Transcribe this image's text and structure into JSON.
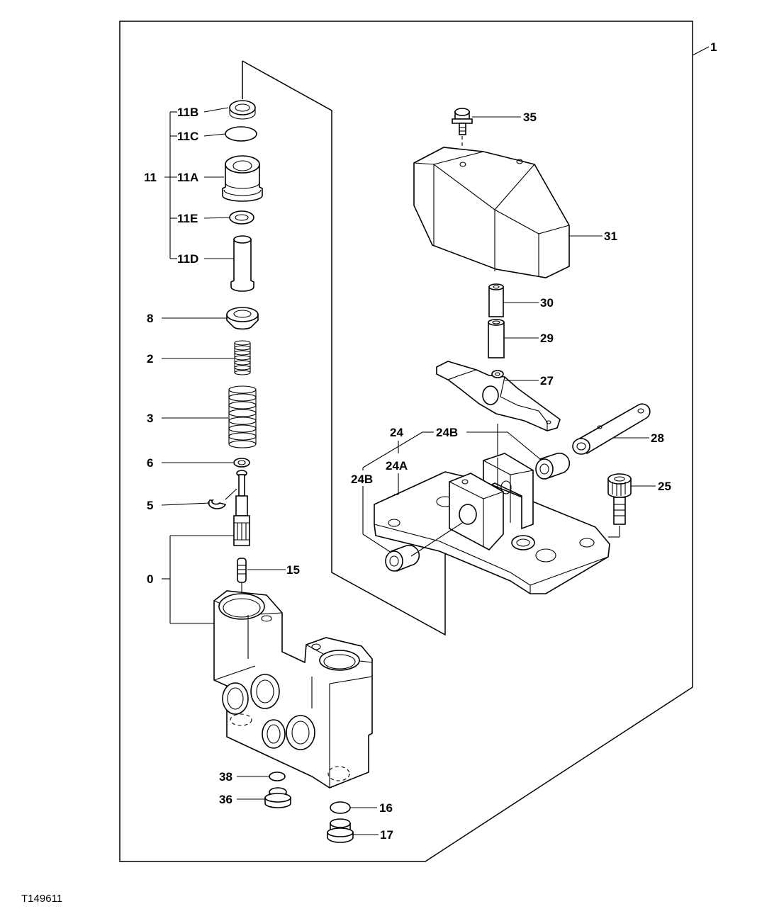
{
  "figure_id": "T149611",
  "callouts": {
    "c1": "1",
    "c11B": "11B",
    "c11C": "11C",
    "c11": "11",
    "c11A": "11A",
    "c11E": "11E",
    "c11D": "11D",
    "c8": "8",
    "c2": "2",
    "c3": "3",
    "c6": "6",
    "c5": "5",
    "c0": "0",
    "c15": "15",
    "c38": "38",
    "c36": "36",
    "c16": "16",
    "c17": "17",
    "c35": "35",
    "c31": "31",
    "c30": "30",
    "c29": "29",
    "c27": "27",
    "c28": "28",
    "c24": "24",
    "c24B_top": "24B",
    "c24A": "24A",
    "c24B_left": "24B",
    "c25": "25"
  }
}
